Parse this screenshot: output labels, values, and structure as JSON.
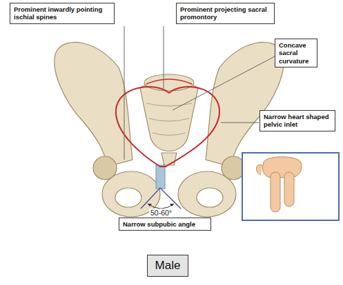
{
  "diagram": {
    "nodes": [
      {
        "text": [
          "Prominent inwardly pointing ischial spines"
        ]
      },
      {
        "text": [
          "Prominent projecting sacral promontory"
        ]
      },
      {
        "text": [
          "Concave sacral curvature"
        ]
      },
      {
        "text": [
          "Narrow heart shaped pelvic inlet"
        ]
      },
      {
        "text": [
          "Narrow subpubic angle"
        ]
      },
      {
        "text": [
          "Male"
        ]
      }
    ],
    "labels": [
      "50-60°"
    ]
  }
}
